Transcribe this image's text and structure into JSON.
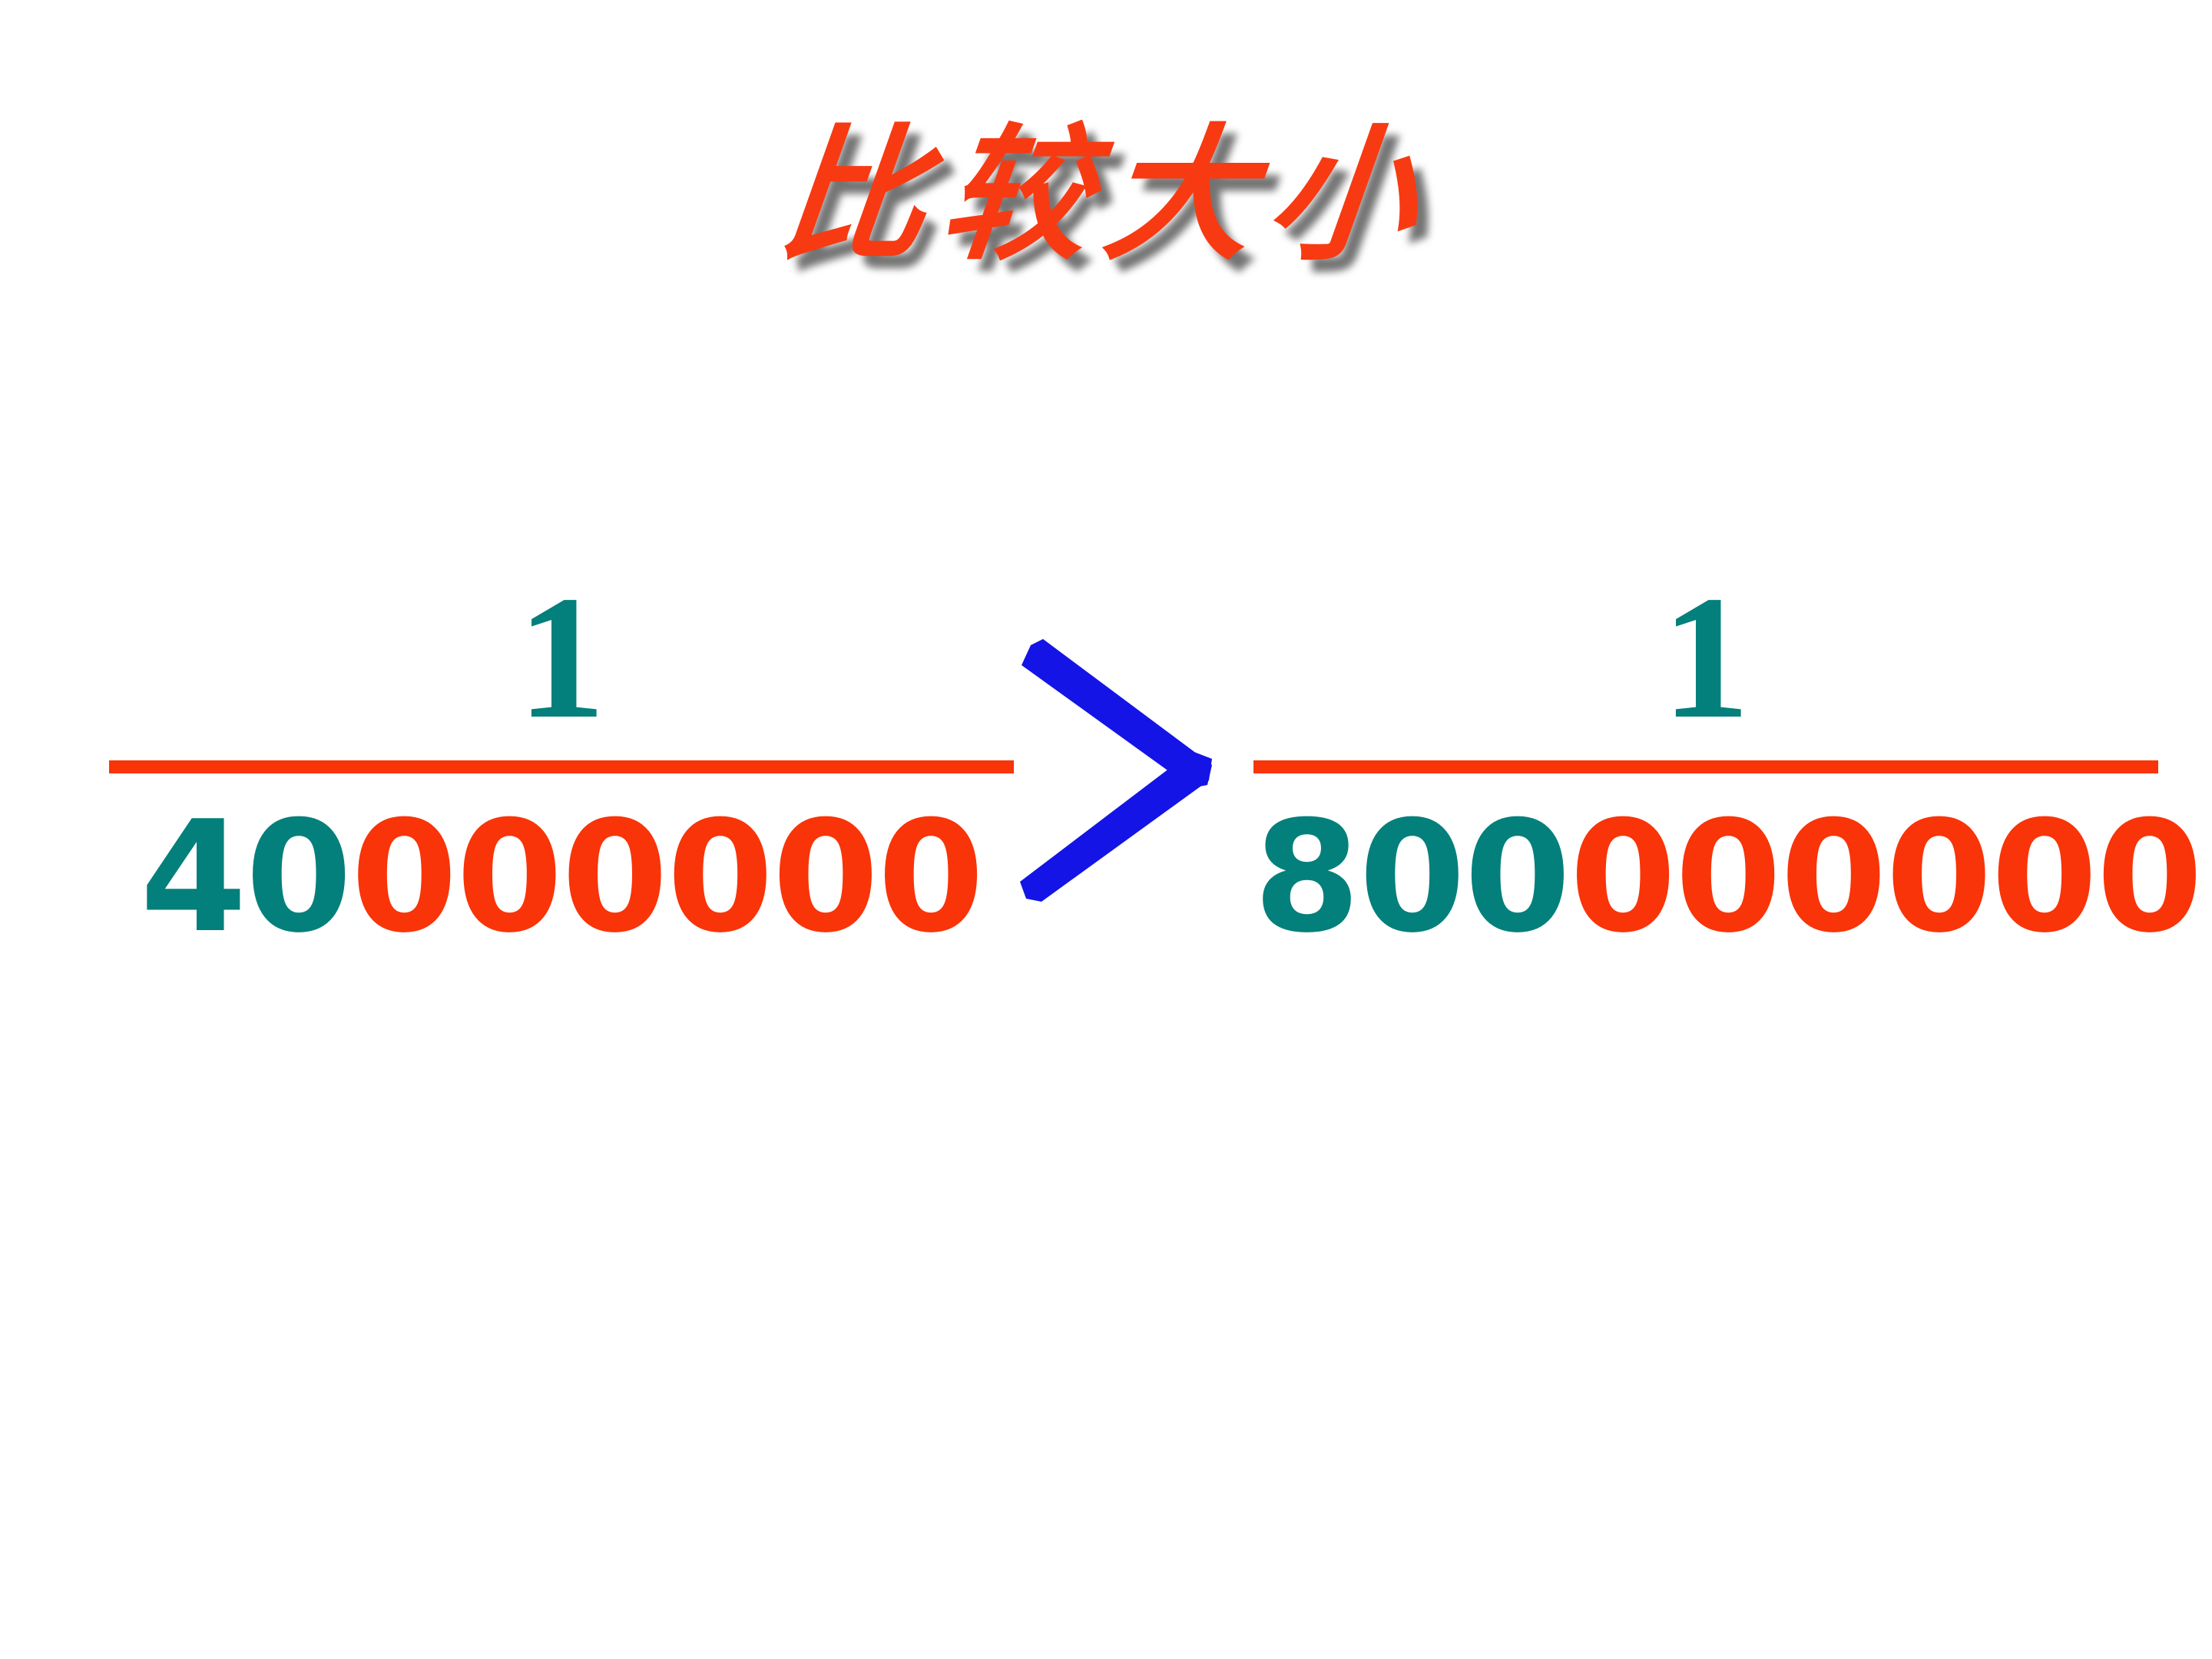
{
  "slide": {
    "background_color": "#FFFFFF",
    "title": {
      "text": "比较大小",
      "color": "#F83A12",
      "shadow_color": "#000000"
    },
    "colors": {
      "teal": "#04807C",
      "orange_red": "#F93408",
      "blue": "#1414E6"
    },
    "comparison": {
      "operator_symbol": ">",
      "operator_name": "greater-than-sign",
      "operator_color": "#1414E6"
    },
    "left_fraction": {
      "numerator": "1",
      "numerator_color": "#04807C",
      "bar_color": "#F93408",
      "denominator_full": "40000000",
      "denominator_significant": "40",
      "denominator_significant_color": "#04807C",
      "denominator_zeros": "000000",
      "denominator_zeros_color": "#F93408",
      "value_label": "1/40000000"
    },
    "right_fraction": {
      "numerator": "1",
      "numerator_color": "#04807C",
      "bar_color": "#F93408",
      "denominator_full": "800000000",
      "denominator_significant": "800",
      "denominator_significant_color": "#04807C",
      "denominator_zeros": "000000",
      "denominator_zeros_color": "#F93408",
      "value_label": "1/800000000"
    }
  }
}
